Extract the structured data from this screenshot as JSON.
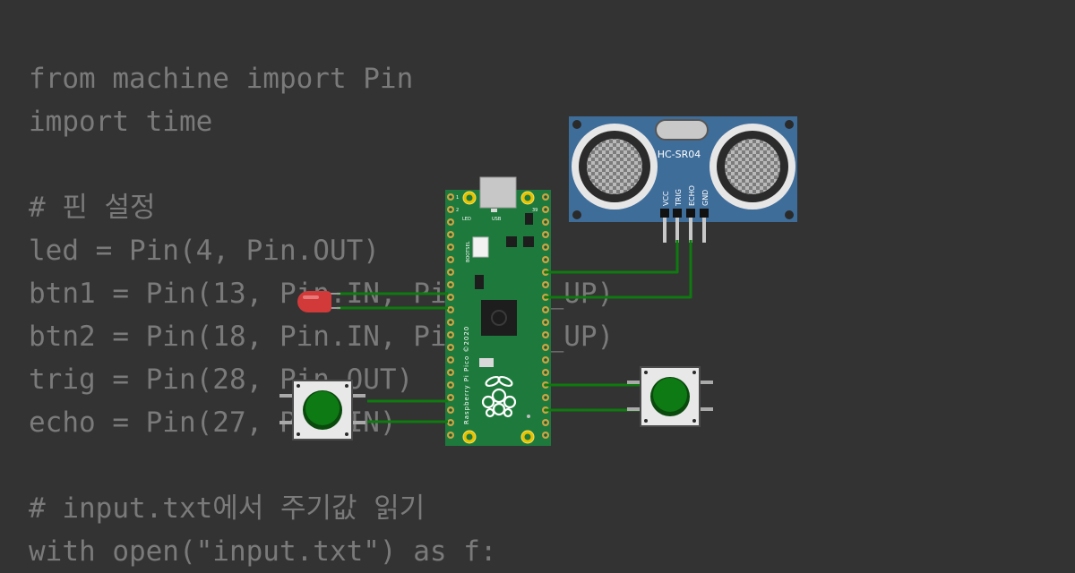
{
  "code": {
    "lines": [
      "from machine import Pin",
      "import time",
      "",
      "# 핀 설정",
      "led = Pin(4, Pin.OUT)",
      "btn1 = Pin(13, Pin.IN, Pin.PULL_UP)",
      "btn2 = Pin(18, Pin.IN, Pin.PULL_UP)",
      "trig = Pin(28, Pin.OUT)",
      "echo = Pin(27, Pin.IN)",
      "",
      "# input.txt에서 주기값 읽기",
      "with open(\"input.txt\") as f:"
    ]
  },
  "sensor": {
    "model": "HC-SR04",
    "pins": [
      "VCC",
      "TRIG",
      "ECHO",
      "GND"
    ]
  },
  "pico": {
    "pin_first": "1",
    "pin_second": "2",
    "pin_last": "39",
    "led_label": "LED",
    "usb_label": "USB",
    "bootsel_label": "BOOTSEL",
    "board_label": "Raspberry Pi Pico ©2020"
  },
  "colors": {
    "background": "#333333",
    "code_text": "#7a7a7a",
    "pcb": "#1e7a3c",
    "wire": "#0f7a0f",
    "sensor_board": "#3f6d9a",
    "led_red": "#d23a3a",
    "button_cap": "#0e7a14"
  },
  "icons": {
    "logo": "raspberry-pi-logo-icon"
  }
}
